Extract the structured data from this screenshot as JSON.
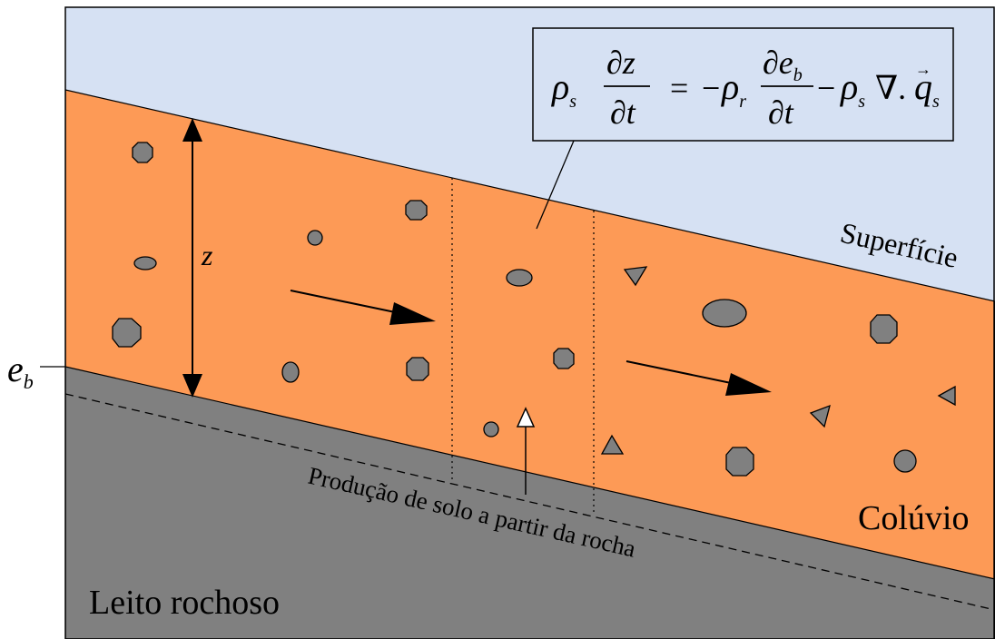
{
  "labels": {
    "surface": "Superfície",
    "colluvium": "Colúvio",
    "bedrock": "Leito rochoso",
    "soil_production": "Produção de solo a partir da rocha",
    "thickness_var": "z",
    "eb_base": "e",
    "eb_sub": "b"
  },
  "equation": {
    "rho": "ρ",
    "sub_s": "s",
    "sub_r": "r",
    "sub_b": "b",
    "partial": "∂",
    "z": "z",
    "t": "t",
    "e": "e",
    "equals": "=",
    "minus": "−",
    "nabla": "∇",
    "dot": ".",
    "q": "q",
    "vector_arrow": "→"
  },
  "colors": {
    "sky": "#d6e1f3",
    "colluvium": "#fd9a56",
    "bedrock": "#808080",
    "clast": "#808080",
    "outline": "#000000"
  }
}
